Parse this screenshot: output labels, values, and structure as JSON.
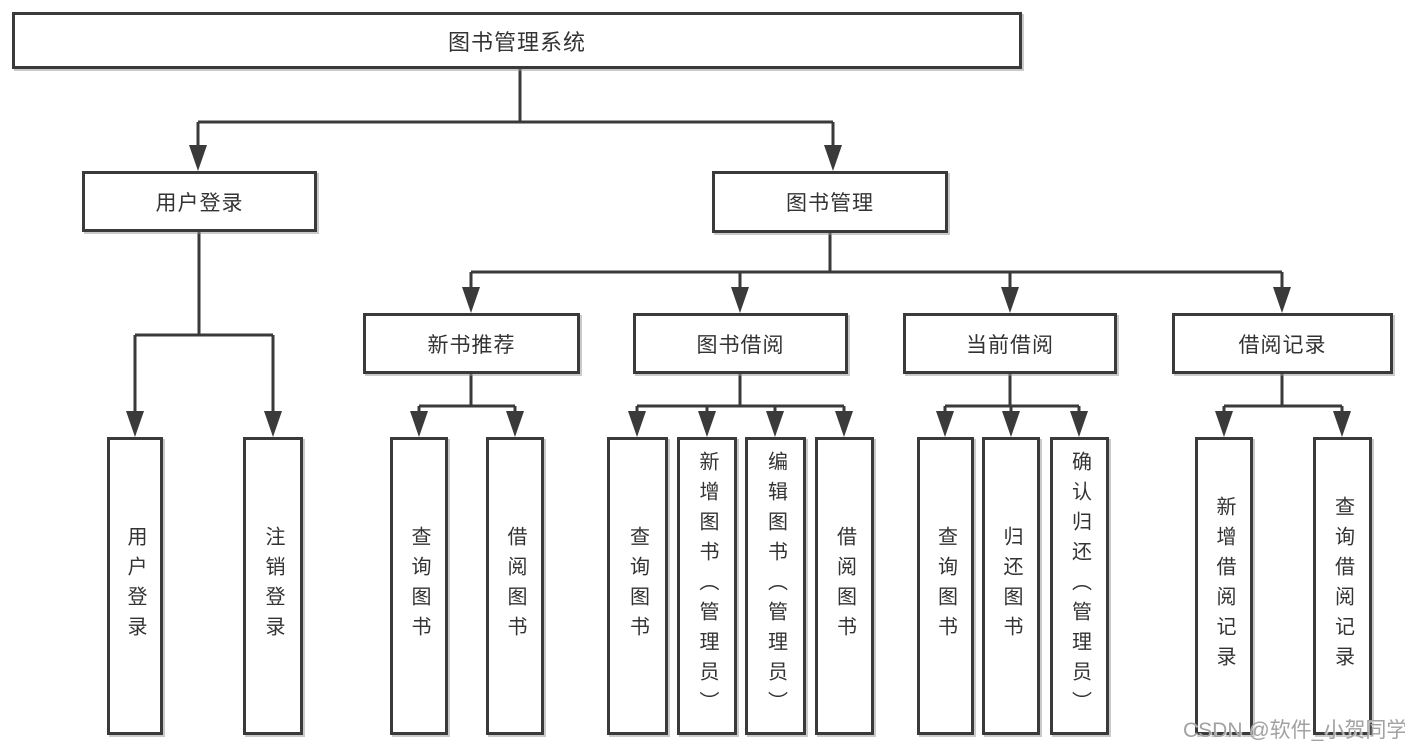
{
  "diagram": {
    "root": {
      "label": "图书管理系统"
    },
    "branches": [
      {
        "label": "用户登录",
        "children": [
          {
            "label": "用户登录"
          },
          {
            "label": "注销登录"
          }
        ]
      },
      {
        "label": "图书管理",
        "sections": [
          {
            "label": "新书推荐",
            "children": [
              {
                "label": "查询图书"
              },
              {
                "label": "借阅图书"
              }
            ]
          },
          {
            "label": "图书借阅",
            "children": [
              {
                "label": "查询图书"
              },
              {
                "label": "新增图书（管理员）"
              },
              {
                "label": "编辑图书（管理员）"
              },
              {
                "label": "借阅图书"
              }
            ]
          },
          {
            "label": "当前借阅",
            "children": [
              {
                "label": "查询图书"
              },
              {
                "label": "归还图书"
              },
              {
                "label": "确认归还（管理员）"
              }
            ]
          },
          {
            "label": "借阅记录",
            "children": [
              {
                "label": "新增借阅记录"
              },
              {
                "label": "查询借阅记录"
              }
            ]
          }
        ]
      }
    ]
  },
  "watermark": {
    "text": "CSDN @软件_小贺同学"
  },
  "colors": {
    "line": "#3a3a3a",
    "text": "#333333",
    "box_background": "#ffffff",
    "watermark": "#a2a2a2",
    "background": "#ffffff"
  }
}
